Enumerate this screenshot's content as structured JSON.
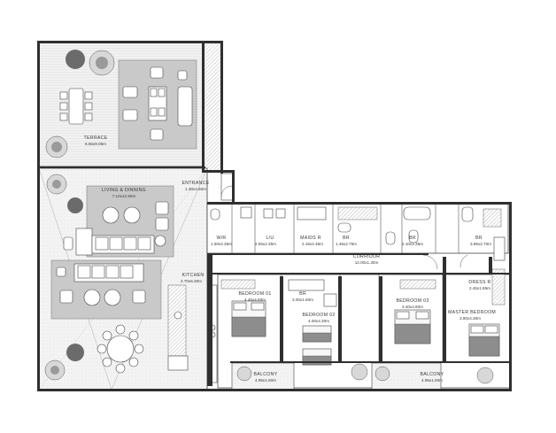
{
  "rooms": {
    "terrace": {
      "name": "TERRACE",
      "dim": "6.65x9.05m"
    },
    "entrance": {
      "name": "ENTRANCE",
      "dim": "1.30x4.50m"
    },
    "living": {
      "name": "LIVING & DINNING",
      "dim": "7.10x12.90m"
    },
    "wr": {
      "name": "W/R",
      "dim": "1.50x2.35m"
    },
    "lu": {
      "name": "L/U",
      "dim": "2.55x2.35m"
    },
    "maids": {
      "name": "MAIDS R",
      "dim": "2.15x2.35m"
    },
    "br1": {
      "name": "BR",
      "dim": "1.45x2.75m"
    },
    "br2": {
      "name": "BR",
      "dim": "2.10x2.35m"
    },
    "br3": {
      "name": "BR",
      "dim": "3.85x2.70m"
    },
    "corridor": {
      "name": "CORRIDOR",
      "dim": "12.00x1.30m"
    },
    "kitchen": {
      "name": "KITCHEN",
      "dim": "2.70x6.30m"
    },
    "bedroom1": {
      "name": "BEDROOM 01",
      "dim": "4.45x4.60m"
    },
    "br4": {
      "name": "BR",
      "dim": "3.00x1.60m"
    },
    "bedroom2": {
      "name": "BEDROOM 02",
      "dim": "4.00x4.30m"
    },
    "bedroom3": {
      "name": "BEDROOM 03",
      "dim": "3.40x4.60m"
    },
    "dress": {
      "name": "DRESS R",
      "dim": "2.45x1.85m"
    },
    "master": {
      "name": "MASTER BEDROOM",
      "dim": "3.80x4.30m"
    },
    "balc1": {
      "name": "BALCONY",
      "dim": "4.95x1.60m"
    },
    "balc2": {
      "name": "BALCONY",
      "dim": "4.95x1.60m"
    }
  }
}
